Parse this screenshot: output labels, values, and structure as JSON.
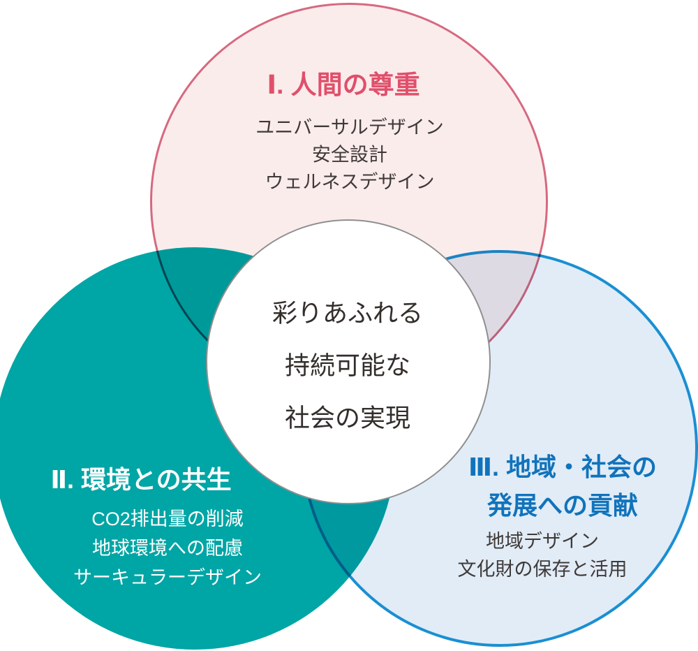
{
  "page": {
    "background_color": "#ffffff"
  },
  "venn": {
    "center_circle": {
      "lines": [
        "彩りあふれる",
        "持続可能な",
        "社会の実現"
      ],
      "fill": "#ffffff",
      "stroke": "#8f8f8f",
      "text_color": "#332e2b"
    },
    "human": {
      "title": "Ⅰ. 人間の尊重",
      "items": [
        "ユニバーサルデザイン",
        "安全設計",
        "ウェルネスデザイン"
      ],
      "fill": "#fbecec",
      "stroke": "#d6697f",
      "title_color": "#e0506b",
      "item_color": "#3f3a38"
    },
    "environment": {
      "title": "Ⅱ. 環境との共生",
      "items": [
        "CO2排出量の削減",
        "地球環境への配慮",
        "サーキュラーデザイン"
      ],
      "fill": "#00a5a5",
      "title_color": "#ffffff",
      "item_color": "#ffffff"
    },
    "community": {
      "title_lines": [
        "Ⅲ. 地域・社会の",
        "発展への貢献"
      ],
      "items": [
        "地域デザイン",
        "文化財の保存と活用"
      ],
      "fill": "#e1ecf7",
      "stroke": "#1a8fd2",
      "title_color": "#1173bb",
      "item_color": "#3f3a38"
    }
  }
}
